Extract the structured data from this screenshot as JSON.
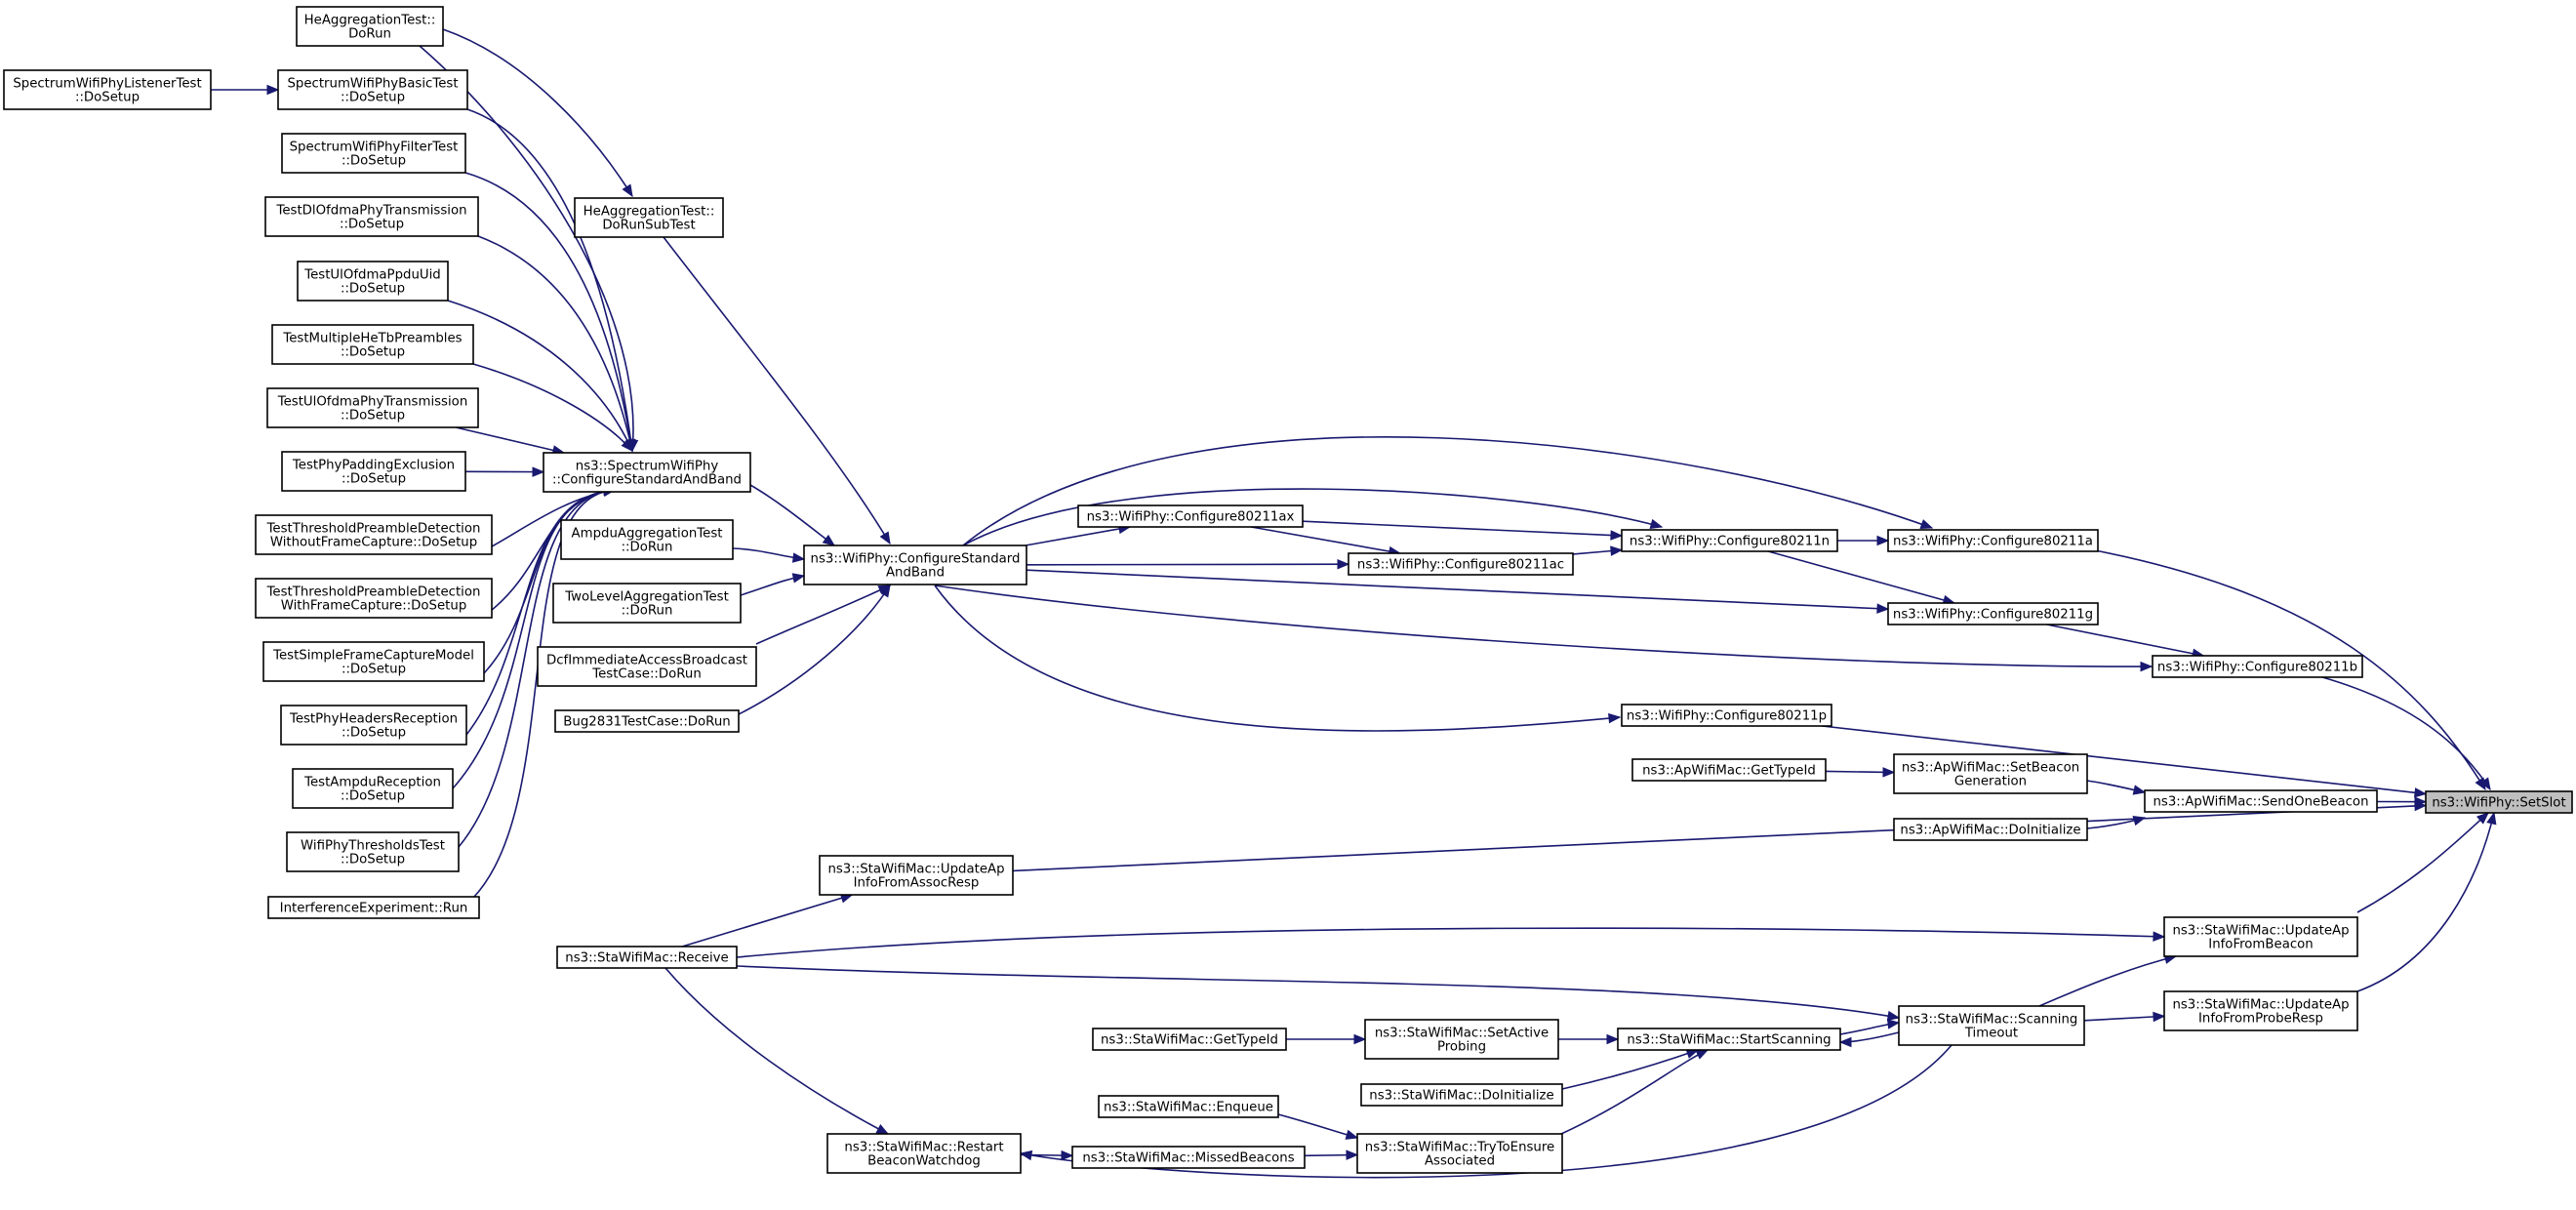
{
  "nodes": [
    {
      "id": "setslot",
      "lines": [
        "ns3::WifiPhy::SetSlot"
      ],
      "current": true
    },
    {
      "id": "c80211a",
      "lines": [
        "ns3::WifiPhy::Configure80211a"
      ]
    },
    {
      "id": "c80211b",
      "lines": [
        "ns3::WifiPhy::Configure80211b"
      ]
    },
    {
      "id": "c80211p",
      "lines": [
        "ns3::WifiPhy::Configure80211p"
      ]
    },
    {
      "id": "sendonebeacon",
      "lines": [
        "ns3::ApWifiMac::SendOneBeacon"
      ]
    },
    {
      "id": "updateap_assoc",
      "lines": [
        "ns3::StaWifiMac::UpdateAp",
        "InfoFromAssocResp"
      ]
    },
    {
      "id": "updateap_beacon",
      "lines": [
        "ns3::StaWifiMac::UpdateAp",
        "InfoFromBeacon"
      ]
    },
    {
      "id": "updateap_probe",
      "lines": [
        "ns3::StaWifiMac::UpdateAp",
        "InfoFromProbeResp"
      ]
    },
    {
      "id": "c80211n",
      "lines": [
        "ns3::WifiPhy::Configure80211n"
      ]
    },
    {
      "id": "c80211g",
      "lines": [
        "ns3::WifiPhy::Configure80211g"
      ]
    },
    {
      "id": "c80211ac",
      "lines": [
        "ns3::WifiPhy::Configure80211ac"
      ]
    },
    {
      "id": "c80211ax",
      "lines": [
        "ns3::WifiPhy::Configure80211ax"
      ]
    },
    {
      "id": "cfgband",
      "lines": [
        "ns3::WifiPhy::ConfigureStandard",
        "AndBand"
      ]
    },
    {
      "id": "spectrumcfg",
      "lines": [
        "ns3::SpectrumWifiPhy",
        "::ConfigureStandardAndBand"
      ]
    },
    {
      "id": "setbeacongen",
      "lines": [
        "ns3::ApWifiMac::SetBeacon",
        "Generation"
      ]
    },
    {
      "id": "apgettypeid",
      "lines": [
        "ns3::ApWifiMac::GetTypeId"
      ]
    },
    {
      "id": "apdoinit",
      "lines": [
        "ns3::ApWifiMac::DoInitialize"
      ]
    },
    {
      "id": "receive",
      "lines": [
        "ns3::StaWifiMac::Receive"
      ]
    },
    {
      "id": "scantimeout",
      "lines": [
        "ns3::StaWifiMac::Scanning",
        "Timeout"
      ]
    },
    {
      "id": "startscanning",
      "lines": [
        "ns3::StaWifiMac::StartScanning"
      ]
    },
    {
      "id": "setactiveprobing",
      "lines": [
        "ns3::StaWifiMac::SetActive",
        "Probing"
      ]
    },
    {
      "id": "stagettypeid",
      "lines": [
        "ns3::StaWifiMac::GetTypeId"
      ]
    },
    {
      "id": "stadoinit",
      "lines": [
        "ns3::StaWifiMac::DoInitialize"
      ]
    },
    {
      "id": "tryensure",
      "lines": [
        "ns3::StaWifiMac::TryToEnsure",
        "Associated"
      ]
    },
    {
      "id": "enqueue",
      "lines": [
        "ns3::StaWifiMac::Enqueue"
      ]
    },
    {
      "id": "missedbeacons",
      "lines": [
        "ns3::StaWifiMac::MissedBeacons"
      ]
    },
    {
      "id": "restartbeacon",
      "lines": [
        "ns3::StaWifiMac::Restart",
        "BeaconWatchdog"
      ]
    },
    {
      "id": "heaggsub",
      "lines": [
        "HeAggregationTest::",
        "DoRunSubTest"
      ]
    },
    {
      "id": "heaggrun",
      "lines": [
        "HeAggregationTest::",
        "DoRun"
      ]
    },
    {
      "id": "ampduagg",
      "lines": [
        "AmpduAggregationTest",
        "::DoRun"
      ]
    },
    {
      "id": "twolevel",
      "lines": [
        "TwoLevelAggregationTest",
        "::DoRun"
      ]
    },
    {
      "id": "dcfimm",
      "lines": [
        "DcfImmediateAccessBroadcast",
        "TestCase::DoRun"
      ]
    },
    {
      "id": "bug2831",
      "lines": [
        "Bug2831TestCase::DoRun"
      ]
    },
    {
      "id": "specbasic",
      "lines": [
        "SpectrumWifiPhyBasicTest",
        "::DoSetup"
      ]
    },
    {
      "id": "speclistener",
      "lines": [
        "SpectrumWifiPhyListenerTest",
        "::DoSetup"
      ]
    },
    {
      "id": "specfilter",
      "lines": [
        "SpectrumWifiPhyFilterTest",
        "::DoSetup"
      ]
    },
    {
      "id": "testdlofdma",
      "lines": [
        "TestDlOfdmaPhyTransmission",
        "::DoSetup"
      ]
    },
    {
      "id": "testulppdu",
      "lines": [
        "TestUlOfdmaPpduUid",
        "::DoSetup"
      ]
    },
    {
      "id": "testmulti",
      "lines": [
        "TestMultipleHeTbPreambles",
        "::DoSetup"
      ]
    },
    {
      "id": "testulofdma",
      "lines": [
        "TestUlOfdmaPhyTransmission",
        "::DoSetup"
      ]
    },
    {
      "id": "testpadding",
      "lines": [
        "TestPhyPaddingExclusion",
        "::DoSetup"
      ]
    },
    {
      "id": "testthrwithout",
      "lines": [
        "TestThresholdPreambleDetection",
        "WithoutFrameCapture::DoSetup"
      ]
    },
    {
      "id": "testthrwith",
      "lines": [
        "TestThresholdPreambleDetection",
        "WithFrameCapture::DoSetup"
      ]
    },
    {
      "id": "testsimplecap",
      "lines": [
        "TestSimpleFrameCaptureModel",
        "::DoSetup"
      ]
    },
    {
      "id": "testheaders",
      "lines": [
        "TestPhyHeadersReception",
        "::DoSetup"
      ]
    },
    {
      "id": "testampdurx",
      "lines": [
        "TestAmpduReception",
        "::DoSetup"
      ]
    },
    {
      "id": "thresholds",
      "lines": [
        "WifiPhyThresholdsTest",
        "::DoSetup"
      ]
    },
    {
      "id": "interference",
      "lines": [
        "InterferenceExperiment::Run"
      ]
    }
  ],
  "edges": [
    [
      "c80211a",
      "setslot"
    ],
    [
      "c80211b",
      "setslot"
    ],
    [
      "c80211p",
      "setslot"
    ],
    [
      "sendonebeacon",
      "setslot"
    ],
    [
      "updateap_assoc",
      "setslot"
    ],
    [
      "updateap_beacon",
      "setslot"
    ],
    [
      "updateap_probe",
      "setslot"
    ],
    [
      "c80211n",
      "c80211a"
    ],
    [
      "cfgband",
      "c80211a"
    ],
    [
      "c80211g",
      "c80211b"
    ],
    [
      "cfgband",
      "c80211b"
    ],
    [
      "cfgband",
      "c80211p"
    ],
    [
      "c80211ax",
      "c80211n"
    ],
    [
      "c80211ac",
      "c80211n"
    ],
    [
      "cfgband",
      "c80211n"
    ],
    [
      "c80211n",
      "c80211g"
    ],
    [
      "cfgband",
      "c80211g"
    ],
    [
      "c80211ax",
      "c80211ac"
    ],
    [
      "cfgband",
      "c80211ac"
    ],
    [
      "cfgband",
      "c80211ax"
    ],
    [
      "spectrumcfg",
      "cfgband"
    ],
    [
      "heaggsub",
      "cfgband"
    ],
    [
      "ampduagg",
      "cfgband"
    ],
    [
      "twolevel",
      "cfgband"
    ],
    [
      "dcfimm",
      "cfgband"
    ],
    [
      "bug2831",
      "cfgband"
    ],
    [
      "heaggrun",
      "heaggsub"
    ],
    [
      "speclistener",
      "specbasic"
    ],
    [
      "heaggrun",
      "spectrumcfg"
    ],
    [
      "specbasic",
      "spectrumcfg"
    ],
    [
      "specfilter",
      "spectrumcfg"
    ],
    [
      "testdlofdma",
      "spectrumcfg"
    ],
    [
      "testulppdu",
      "spectrumcfg"
    ],
    [
      "testmulti",
      "spectrumcfg"
    ],
    [
      "testulofdma",
      "spectrumcfg"
    ],
    [
      "testpadding",
      "spectrumcfg"
    ],
    [
      "testthrwithout",
      "spectrumcfg"
    ],
    [
      "testthrwith",
      "spectrumcfg"
    ],
    [
      "testsimplecap",
      "spectrumcfg"
    ],
    [
      "testheaders",
      "spectrumcfg"
    ],
    [
      "testampdurx",
      "spectrumcfg"
    ],
    [
      "thresholds",
      "spectrumcfg"
    ],
    [
      "interference",
      "spectrumcfg"
    ],
    [
      "setbeacongen",
      "sendonebeacon"
    ],
    [
      "apdoinit",
      "sendonebeacon"
    ],
    [
      "apgettypeid",
      "setbeacongen"
    ],
    [
      "receive",
      "updateap_assoc"
    ],
    [
      "receive",
      "updateap_beacon"
    ],
    [
      "scantimeout",
      "updateap_beacon"
    ],
    [
      "scantimeout",
      "updateap_probe"
    ],
    [
      "receive",
      "scantimeout"
    ],
    [
      "startscanning",
      "scantimeout"
    ],
    [
      "scantimeout",
      "startscanning"
    ],
    [
      "setactiveprobing",
      "startscanning"
    ],
    [
      "stadoinit",
      "startscanning"
    ],
    [
      "tryensure",
      "startscanning"
    ],
    [
      "stagettypeid",
      "setactiveprobing"
    ],
    [
      "missedbeacons",
      "tryensure"
    ],
    [
      "enqueue",
      "tryensure"
    ],
    [
      "restartbeacon",
      "missedbeacons"
    ],
    [
      "receive",
      "restartbeacon"
    ],
    [
      "scantimeout",
      "restartbeacon"
    ]
  ]
}
